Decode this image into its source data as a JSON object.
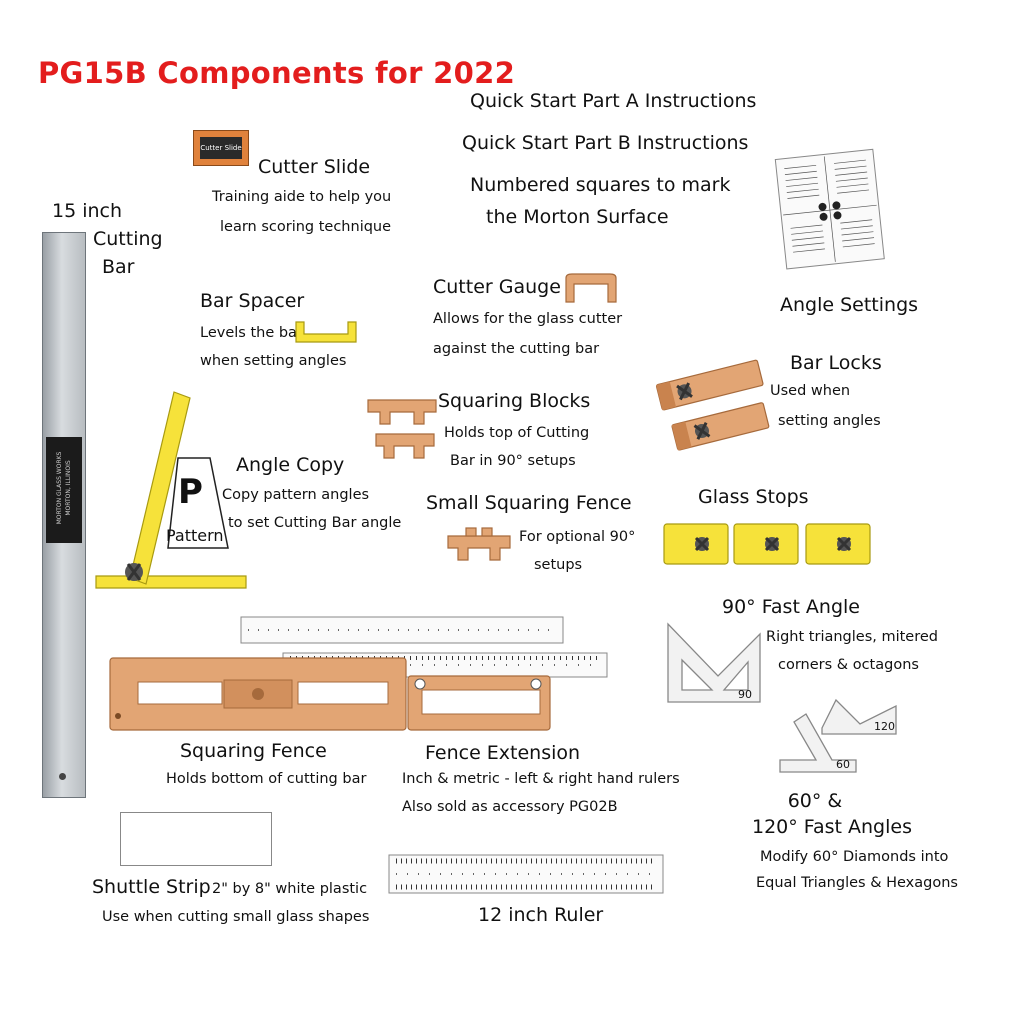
{
  "title": "PG15B Components for 2022",
  "quick_start": {
    "part_a": "Quick Start Part A Instructions",
    "part_b": "Quick Start Part B Instructions",
    "numbered_line1": "Numbered squares to mark",
    "numbered_line2": "the Morton Surface"
  },
  "cutter_slide": {
    "name": "Cutter Slide",
    "desc1": "Training aide to help you",
    "desc2": "learn scoring technique",
    "label_text": "Cutter Slide"
  },
  "cutting_bar": {
    "name1": "15 inch",
    "name2": "Cutting",
    "name3": "Bar",
    "badge_line1": "MORTON GLASS WORKS",
    "badge_line2": "MORTON, ILLINOIS"
  },
  "angle_settings": {
    "name": "Angle Settings"
  },
  "bar_spacer": {
    "name": "Bar Spacer",
    "desc1": "Levels the bar",
    "desc2": "when setting angles"
  },
  "cutter_gauge": {
    "name": "Cutter Gauge",
    "desc1": "Allows for the glass cutter",
    "desc2": "against the cutting bar"
  },
  "bar_locks": {
    "name": "Bar Locks",
    "desc1": "Used when",
    "desc2": "setting angles"
  },
  "squaring_blocks": {
    "name": "Squaring Blocks",
    "desc1": "Holds top of Cutting",
    "desc2": "Bar in 90° setups"
  },
  "angle_copy": {
    "name": "Angle Copy",
    "desc1": "Copy pattern angles",
    "desc2": "to set Cutting Bar angle",
    "p_letter": "P",
    "pattern_word": "Pattern"
  },
  "small_squaring_fence": {
    "name": "Small Squaring Fence",
    "desc1": "For optional 90°",
    "desc2": "setups"
  },
  "glass_stops": {
    "name": "Glass Stops"
  },
  "fast_angle_90": {
    "name": "90° Fast Angle",
    "desc1": "Right triangles, mitered",
    "desc2": "corners & octagons",
    "tool_label": "90"
  },
  "squaring_fence": {
    "name": "Squaring Fence",
    "desc": "Holds bottom of cutting bar"
  },
  "fence_extension": {
    "name": "Fence Extension",
    "desc1": "Inch & metric - left & right hand rulers",
    "desc2": "Also sold as accessory PG02B"
  },
  "fast_angles_60_120": {
    "name1": "60° &",
    "name2": "120° Fast Angles",
    "desc1": "Modify 60° Diamonds into",
    "desc2": "Equal Triangles & Hexagons",
    "label_120": "120",
    "label_60": "60"
  },
  "shuttle_strip": {
    "name": "Shuttle Strip",
    "size": "2\" by 8\" white plastic",
    "desc": "Use when cutting small glass shapes"
  },
  "ruler_12": {
    "name": "12 inch Ruler"
  }
}
